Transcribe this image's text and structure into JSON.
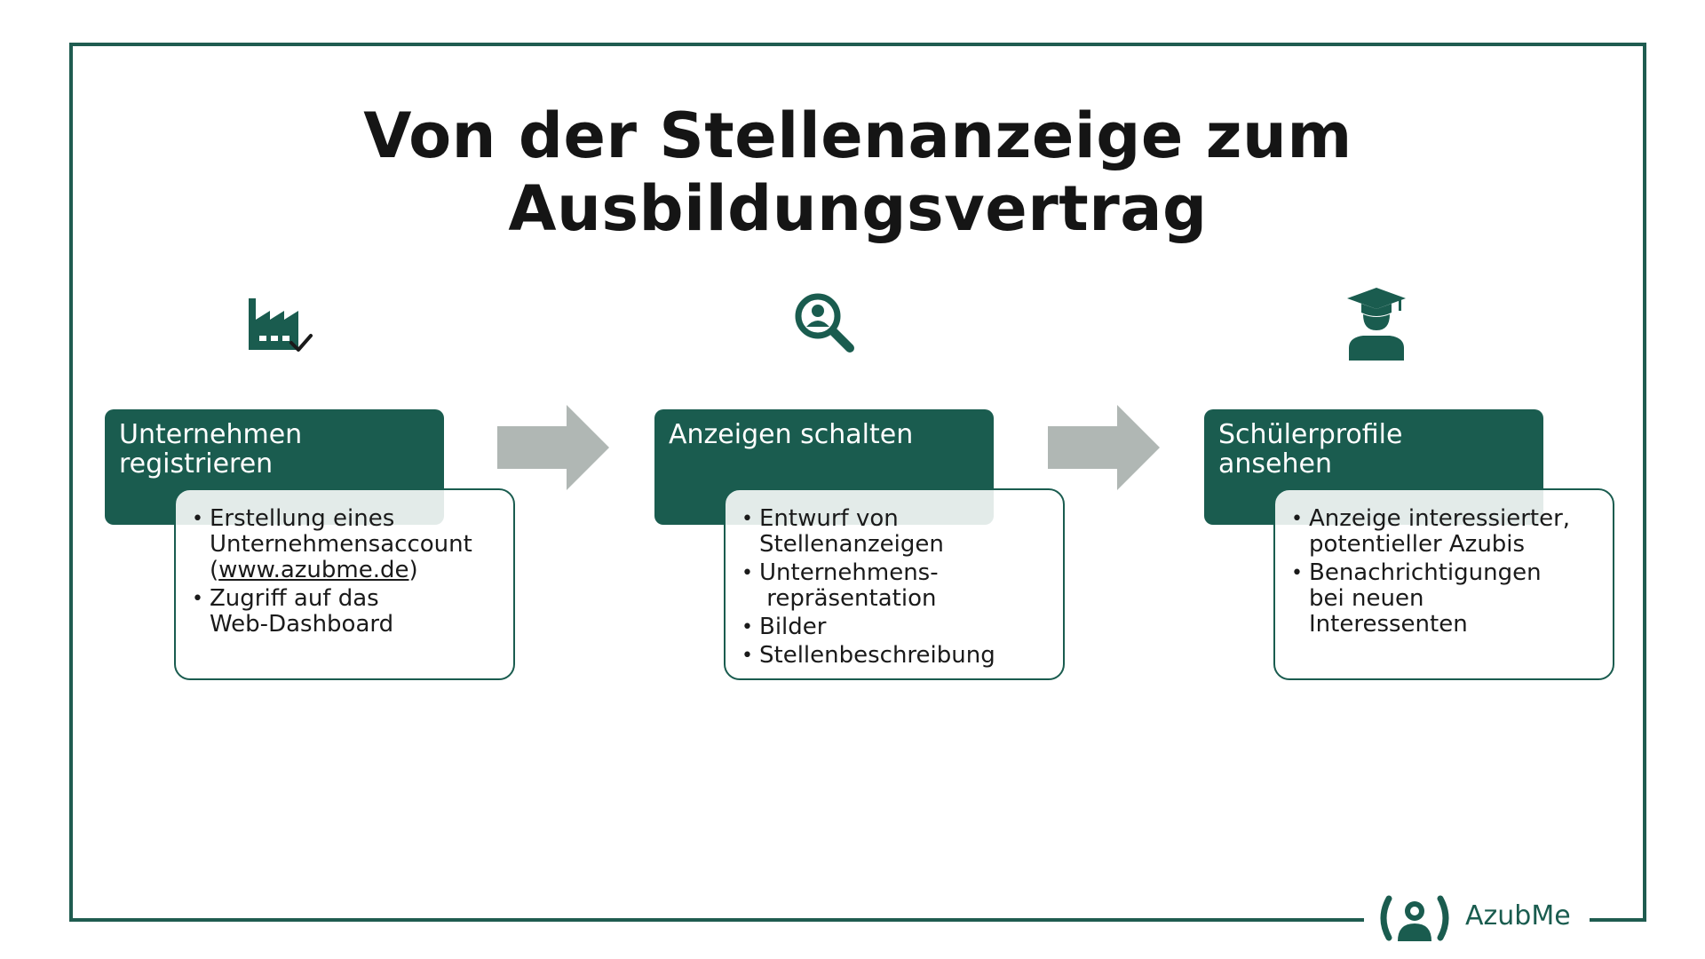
{
  "title": "Von der Stellenanzeige zum Ausbildungsvertrag",
  "colors": {
    "primary": "#1a5c4f",
    "arrow": "#b0b7b4"
  },
  "steps": [
    {
      "icon": "factory-check-icon",
      "heading": [
        "Unternehmen",
        "registrieren"
      ],
      "bullets": [
        {
          "lines": [
            "Erstellung eines",
            "Unternehmensaccount"
          ],
          "link_prefix": "(",
          "link": "www.azubme.de",
          "link_suffix": ")"
        },
        {
          "lines": [
            "Zugriff auf das",
            "Web-Dashboard"
          ]
        }
      ]
    },
    {
      "icon": "magnifier-person-icon",
      "heading": [
        "Anzeigen schalten"
      ],
      "bullets": [
        {
          "lines": [
            "Entwurf von",
            "Stellenanzeigen"
          ]
        },
        {
          "lines": [
            "Unternehmens-",
            " repräsentation"
          ]
        },
        {
          "lines": [
            "Bilder"
          ]
        },
        {
          "lines": [
            "Stellenbeschreibung"
          ]
        }
      ]
    },
    {
      "icon": "graduate-icon",
      "heading": [
        "Schülerprofile",
        "ansehen"
      ],
      "bullets": [
        {
          "lines": [
            "Anzeige interessierter,",
            "potentieller Azubis"
          ]
        },
        {
          "lines": [
            "Benachrichtigungen",
            "bei neuen",
            "Interessenten"
          ]
        }
      ]
    }
  ],
  "logo": {
    "text": "AzubMe",
    "icon": "azubme-logo-icon"
  }
}
